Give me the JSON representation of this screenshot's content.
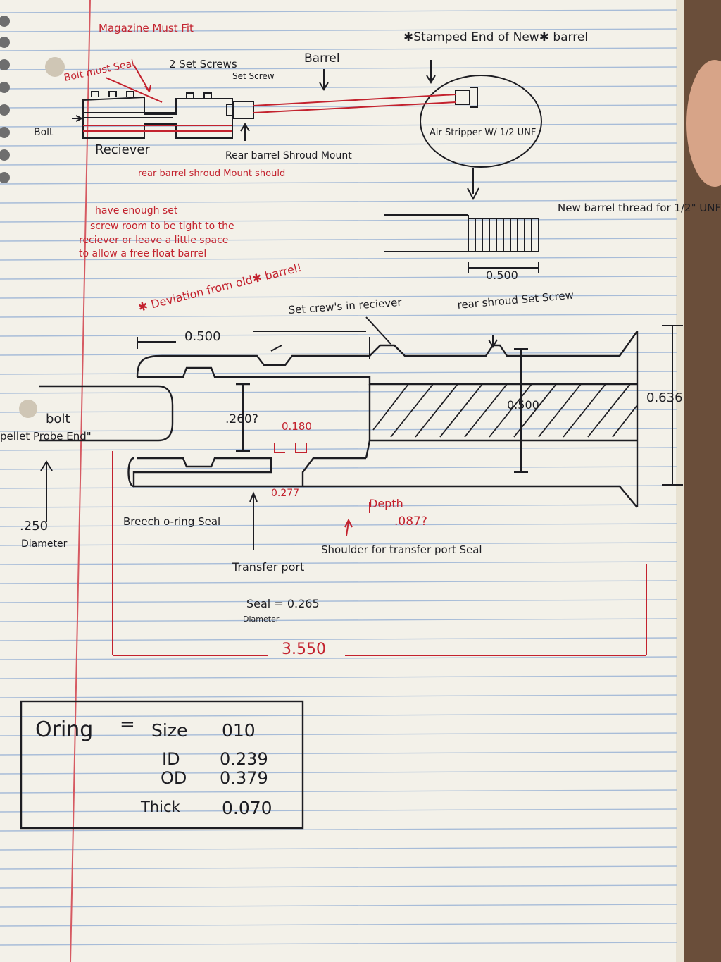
{
  "colors": {
    "paper": "#f5f3ec",
    "rule_blue": "#9fb6d4",
    "margin_red": "#d4505a",
    "ink": "#1d1d22",
    "red_ink": "#c3222e"
  },
  "top_sketch": {
    "magazine": "Magazine Must Fit",
    "bolt_must_seal": "Bolt must Seal",
    "set_screws_2": "2 Set Screws",
    "set_screw": "Set Screw",
    "barrel": "Barrel",
    "stamped_end": "✱Stamped End of New✱ barrel",
    "bolt": "Bolt",
    "receiver": "Reciever",
    "air_stripper": "Air Stripper W/ 1/2 UNF",
    "rear_shroud_mount": "Rear barrel Shroud Mount",
    "rear_shroud_note_1": "rear barrel shroud Mount should",
    "rear_shroud_note_2": "have enough set",
    "rear_shroud_note_3": "screw room to be tight to the",
    "rear_shroud_note_4": "reciever or leave a little space",
    "rear_shroud_note_5": "to allow a free float barrel",
    "new_barrel_thread": "New barrel thread for 1/2\" UNF",
    "thread_len": "0.500"
  },
  "main_drawing": {
    "deviation": "✱ Deviation from old✱ barrel!",
    "set_screws_receiver": "Set crew's in reciever",
    "rear_shroud_set_screw": "rear shroud Set Screw",
    "dim_0500_top": "0.500",
    "dim_0500_thread": "0.500",
    "dim_0636": "0.636",
    "dim_260": ".260?",
    "dim_180": "0.180",
    "dim_277": "0.277",
    "bolt_label": "bolt",
    "pellet_probe": "pellet Probe End\"",
    "dia_250": ".250",
    "diameter": "Diameter",
    "breech_seal": "Breech o-ring Seal",
    "depth": "Depth",
    "depth_val": ".087?",
    "shoulder": "Shoulder for transfer port Seal",
    "transfer_port": "Transfer port",
    "seal_diameter": "Seal = 0.265",
    "seal_diameter_2": "Diameter",
    "overall_length": "3.550"
  },
  "oring_box": {
    "title": "Oring",
    "eq": "=",
    "size_label": "Size",
    "size_val": "010",
    "id_label": "ID",
    "id_val": "0.239",
    "od_label": "OD",
    "od_val": "0.379",
    "thick_label": "Thick",
    "thick_val": "0.070"
  }
}
